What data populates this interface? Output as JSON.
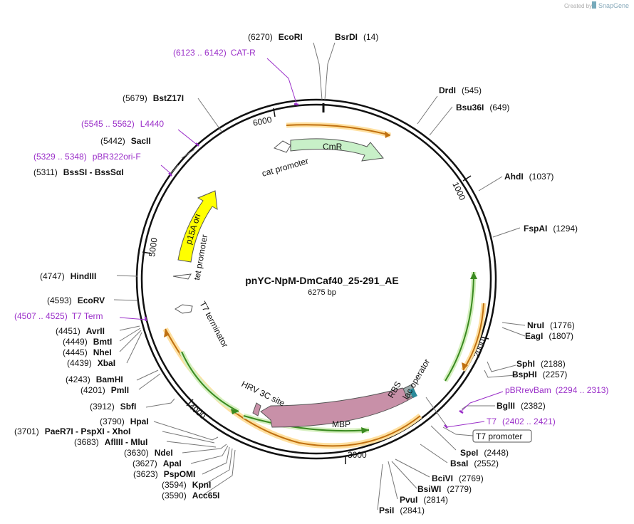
{
  "branding": {
    "created_by": "Created by",
    "app": "SnapGene"
  },
  "plasmid": {
    "name": "pnYC-NpM-DmCaf40_25-291_AE",
    "length": "6275 bp"
  },
  "backbone": {
    "ticks": {
      "1": "1000",
      "2": "2000",
      "3": "3000",
      "4": "4000",
      "5": "5000",
      "6": "6000"
    }
  },
  "features": {
    "cmr": "CmR",
    "cat_promoter": "cat promoter",
    "p15a_ori": "p15A ori",
    "tet_promoter": "tet promoter",
    "t7_terminator": "T7 terminator",
    "mbp": "MBP",
    "hrv_3c_site": "HRV 3C site",
    "rbs": "RBS",
    "lac_operator": "lac operator",
    "t7_promoter": "T7 promoter"
  },
  "primers": {
    "cat_r": {
      "name": "CAT-R",
      "pos": "(6123 .. 6142)"
    },
    "l4440": {
      "name": "L4440",
      "pos": "(5545 .. 5562)"
    },
    "pbr322ori_f": {
      "name": "pBR322ori-F",
      "pos": "(5329 .. 5348)"
    },
    "t7_term": {
      "name": "T7 Term",
      "pos": "(4507 .. 4525)"
    },
    "pbrrevbam": {
      "name": "pBRrevBam",
      "pos": "(2294 .. 2313)"
    },
    "t7": {
      "name": "T7",
      "pos": "(2402 .. 2421)"
    }
  },
  "sites": {
    "ecori": {
      "name": "EcoRI",
      "pos": "(6270)"
    },
    "bsrdi": {
      "name": "BsrDI",
      "pos": "(14)"
    },
    "drdi": {
      "name": "DrdI",
      "pos": "(545)"
    },
    "bsu36i": {
      "name": "Bsu36I",
      "pos": "(649)"
    },
    "ahdi": {
      "name": "AhdI",
      "pos": "(1037)"
    },
    "fspai": {
      "name": "FspAI",
      "pos": "(1294)"
    },
    "nrui": {
      "name": "NruI",
      "pos": "(1776)"
    },
    "eagi": {
      "name": "EagI",
      "pos": "(1807)"
    },
    "sphi": {
      "name": "SphI",
      "pos": "(2188)"
    },
    "bsphi": {
      "name": "BspHI",
      "pos": "(2257)"
    },
    "bglii": {
      "name": "BglII",
      "pos": "(2382)"
    },
    "spei": {
      "name": "SpeI",
      "pos": "(2448)"
    },
    "bsai": {
      "name": "BsaI",
      "pos": "(2552)"
    },
    "bcivi": {
      "name": "BciVI",
      "pos": "(2769)"
    },
    "bsiwi": {
      "name": "BsiWI",
      "pos": "(2779)"
    },
    "pvui": {
      "name": "PvuI",
      "pos": "(2814)"
    },
    "psii": {
      "name": "PsiI",
      "pos": "(2841)"
    },
    "bstz17i": {
      "name": "BstZ17I",
      "pos": "(5679)"
    },
    "sacii": {
      "name": "SacII",
      "pos": "(5442)"
    },
    "bsssi": {
      "name": "BssSI  -  BssSαI",
      "pos": "(5311)"
    },
    "hindiii": {
      "name": "HindIII",
      "pos": "(4747)"
    },
    "ecorv": {
      "name": "EcoRV",
      "pos": "(4593)"
    },
    "avrii": {
      "name": "AvrII",
      "pos": "(4451)"
    },
    "bmti": {
      "name": "BmtI",
      "pos": "(4449)"
    },
    "nhei": {
      "name": "NheI",
      "pos": "(4445)"
    },
    "xbai": {
      "name": "XbaI",
      "pos": "(4439)"
    },
    "bamhi": {
      "name": "BamHI",
      "pos": "(4243)"
    },
    "pmli": {
      "name": "PmlI",
      "pos": "(4201)"
    },
    "sbfi": {
      "name": "SbfI",
      "pos": "(3912)"
    },
    "hpai": {
      "name": "HpaI",
      "pos": "(3790)"
    },
    "paer7i": {
      "name": "PaeR7I  -  PspXI  -  XhoI",
      "pos": "(3701)"
    },
    "afliii": {
      "name": "AflIII  -  MluI",
      "pos": "(3683)"
    },
    "ndei": {
      "name": "NdeI",
      "pos": "(3630)"
    },
    "apai": {
      "name": "ApaI",
      "pos": "(3627)"
    },
    "pspomi": {
      "name": "PspOMI",
      "pos": "(3623)"
    },
    "kpni": {
      "name": "KpnI",
      "pos": "(3594)"
    },
    "acc65i": {
      "name": "Acc65I",
      "pos": "(3590)"
    }
  }
}
